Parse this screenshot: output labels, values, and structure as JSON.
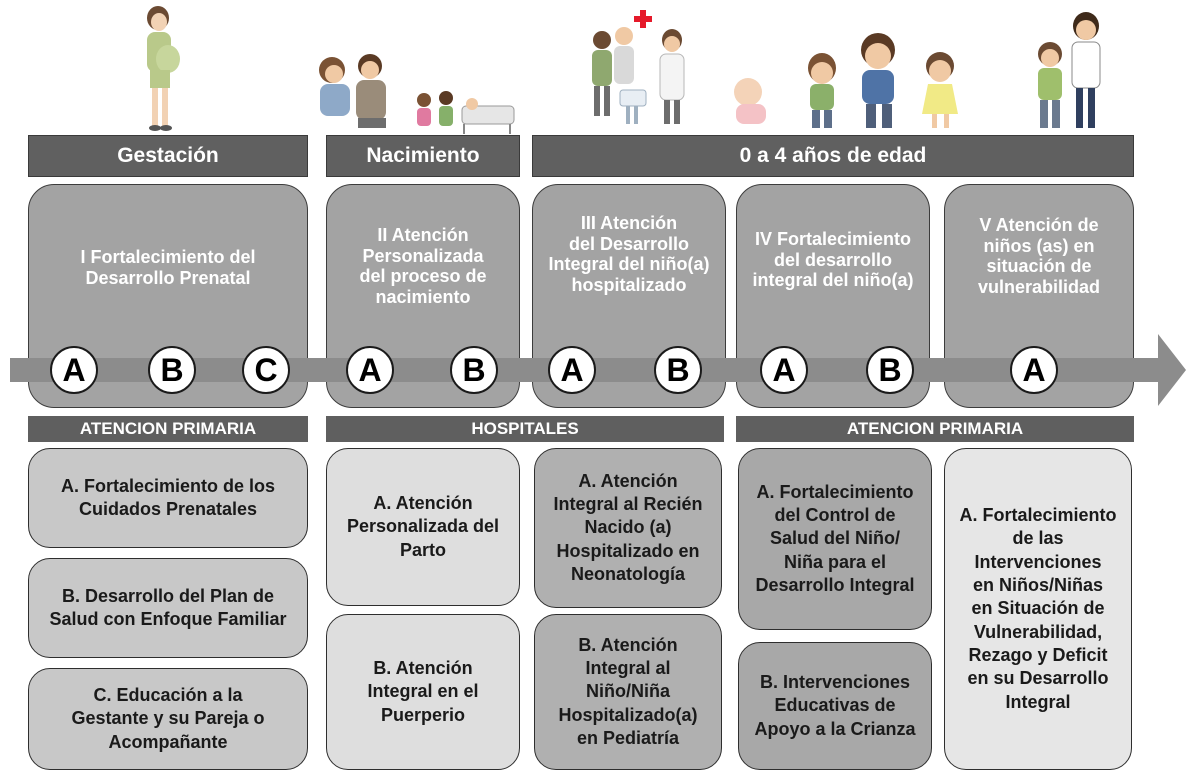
{
  "stages": {
    "gestacion": "Gestación",
    "nacimiento": "Nacimiento",
    "edad": "0 a 4 años de edad"
  },
  "sections": {
    "s1": "I Fortalecimiento  del\nDesarrollo Prenatal",
    "s2": "II Atención\nPersonalizada\ndel proceso de\nnacimiento",
    "s3": "III Atención\ndel Desarrollo\nIntegral del niño(a)\nhospitalizado",
    "s4": "IV Fortalecimiento\ndel desarrollo\nintegral del niño(a)",
    "s5": "V Atención de\nniños (as) en\nsituación de\nvulnerabilidad"
  },
  "badges": {
    "s1": [
      "A",
      "B",
      "C"
    ],
    "s2": [
      "A",
      "B"
    ],
    "s3": [
      "A",
      "B"
    ],
    "s4": [
      "A",
      "B"
    ],
    "s5": [
      "A"
    ]
  },
  "categories": {
    "primaria1": "ATENCION PRIMARIA",
    "hospitales": "HOSPITALES",
    "primaria2": "ATENCION PRIMARIA"
  },
  "components": {
    "g1": [
      "A. Fortalecimiento de los\nCuidados Prenatales",
      "B. Desarrollo del Plan de\nSalud con Enfoque Familiar",
      "C. Educación a la\nGestante y su Pareja o\nAcompañante"
    ],
    "g2": [
      "A. Atención\nPersonalizada del\nParto",
      "B. Atención\nIntegral en el\nPuerperio"
    ],
    "g3": [
      "A. Atención\nIntegral al Recién\nNacido (a)\nHospitalizado en\nNeonatología",
      "B. Atención\nIntegral al\nNiño/Niña\nHospitalizado(a)\nen Pediatría"
    ],
    "g4": [
      "A. Fortalecimiento\ndel Control de\nSalud del Niño/\nNiña para el\nDesarrollo Integral",
      "B. Intervenciones\nEducativas de\nApoyo a la Crianza"
    ],
    "g5": [
      "A. Fortalecimiento\nde las\nIntervenciones\nen Niños/Niñas\nen Situación de\nVulnerabilidad,\nRezago y Deficit\nen su Desarrollo\nIntegral"
    ]
  },
  "colors": {
    "header": "#606060",
    "section": "#a3a3a3",
    "arrow": "#8c8c8c",
    "cross": "#e5192a"
  }
}
